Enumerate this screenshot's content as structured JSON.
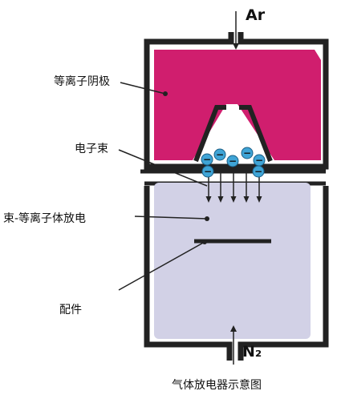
{
  "labels": {
    "cathode": "等离子阴极",
    "electron_beam": "电子束",
    "plasma": "束-等离子体放电",
    "fitting": "配件",
    "gas_top": "Ar",
    "gas_bottom": "N₂",
    "caption": "气体放电器示意图"
  },
  "electrons": {
    "count": 7,
    "symbol": "−"
  },
  "colors": {
    "cathode_fill": "#d01e6e",
    "chamber_fill": "#d2d1e6",
    "wall": "#222222",
    "electron": "#3fa4d6"
  }
}
